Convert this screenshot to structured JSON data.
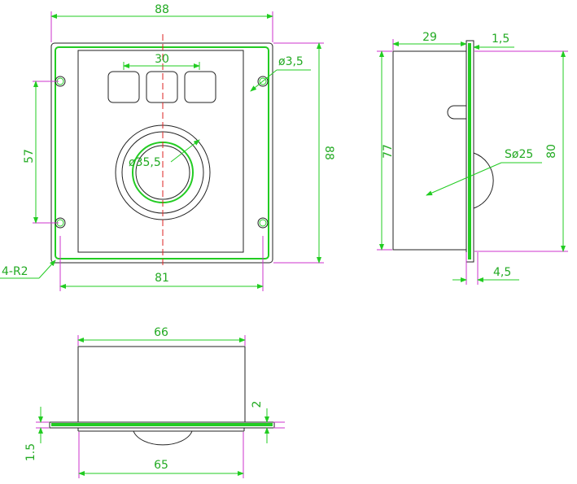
{
  "dimensions": {
    "front_width": "88",
    "front_height": "88",
    "hole_spacing": "57",
    "button_spacing": "30",
    "hole_diameter": "ø3,5",
    "trackball_diameter": "ø35,5",
    "corner_radius": "4-R2",
    "inner_width": "81",
    "side_depth": "29",
    "side_plate": "1,5",
    "side_height_left": "77",
    "side_height_right": "80",
    "sphere_diameter": "Sø25",
    "side_bottom": "4,5",
    "bottom_top_width": "66",
    "bottom_side_2": "2",
    "bottom_side_15": "1.5",
    "bottom_width": "65"
  },
  "colors": {
    "dimension": "#22cc22",
    "extension": "#cc33cc",
    "outline": "#222222",
    "centerline": "#dd2222"
  }
}
